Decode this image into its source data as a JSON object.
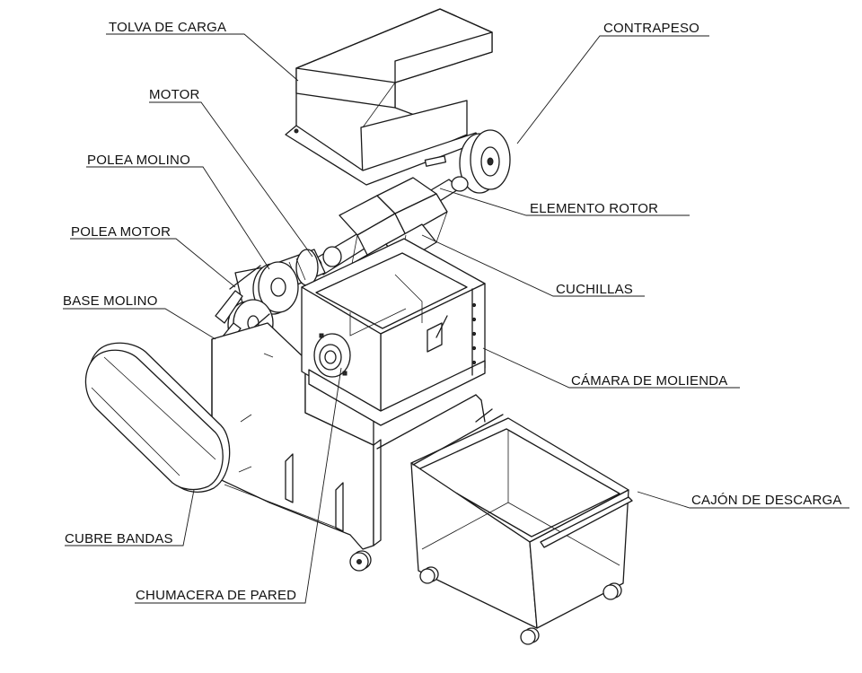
{
  "labels": {
    "tolva": "TOLVA DE CARGA",
    "contrapeso": "CONTRAPESO",
    "motor": "MOTOR",
    "polea_molino": "POLEA  MOLINO",
    "polea_motor": "POLEA MOTOR",
    "elemento_rotor": "ELEMENTO ROTOR",
    "base_molino": "BASE MOLINO",
    "cuchillas": "CUCHILLAS",
    "camara": "CÁMARA DE MOLIENDA",
    "cajon": "CAJÓN DE DESCARGA",
    "cubre_bandas": "CUBRE BANDAS",
    "chumacera": "CHUMACERA DE PARED"
  }
}
